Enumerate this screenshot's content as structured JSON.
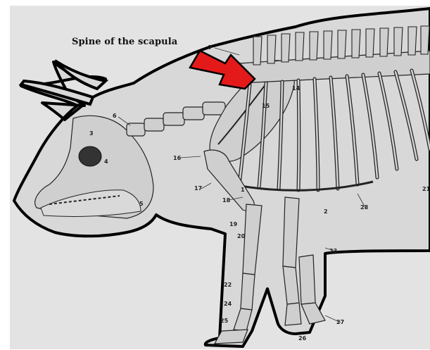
{
  "caption": "Spine of the scapula",
  "arrow": {
    "color": "#e41a1a",
    "points_to": "spine of the scapula"
  },
  "colors": {
    "background": "#e3e3e3",
    "outline": "#000000",
    "bone": "#cfcfcf"
  },
  "labels": [
    "3",
    "4",
    "5",
    "6",
    "7",
    "14",
    "15",
    "16",
    "17",
    "18",
    "19",
    "20",
    "21",
    "22",
    "23",
    "24",
    "25",
    "26",
    "27",
    "28"
  ],
  "edge_labels": [
    "1",
    "2"
  ]
}
